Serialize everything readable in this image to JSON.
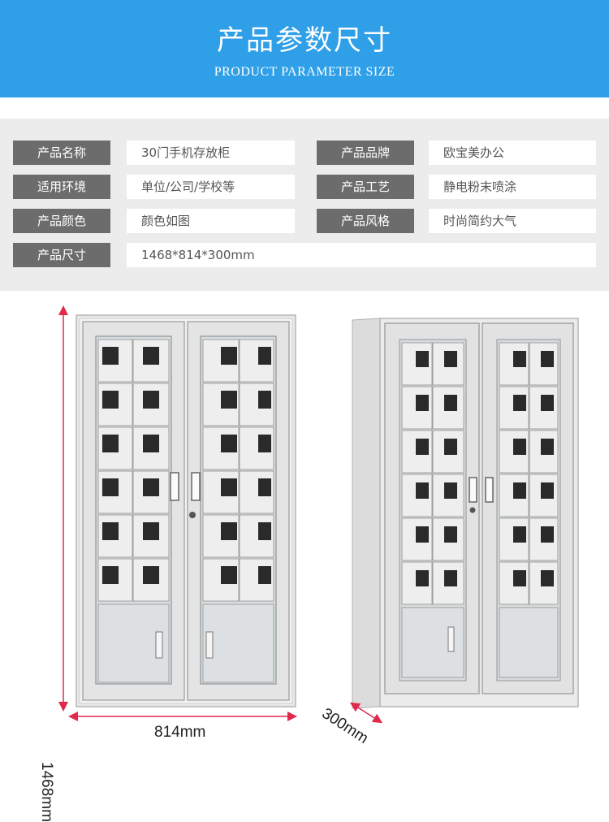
{
  "header": {
    "title": "产品参数尺寸",
    "subtitle": "PRODUCT PARAMETER SIZE"
  },
  "params": [
    {
      "label": "产品名称",
      "value": "30门手机存放柜"
    },
    {
      "label": "产品品牌",
      "value": "欧宝美办公"
    },
    {
      "label": "适用环境",
      "value": "单位/公司/学校等"
    },
    {
      "label": "产品工艺",
      "value": "静电粉末喷涂"
    },
    {
      "label": "产品颜色",
      "value": "颜色如图"
    },
    {
      "label": "产品风格",
      "value": "时尚简约大气"
    },
    {
      "label": "产品尺寸",
      "value": "1468*814*300mm"
    }
  ],
  "dimensions": {
    "height": "1468mm",
    "width": "814mm",
    "depth": "300mm"
  },
  "colors": {
    "banner": "#2f9fe8",
    "label_bg": "#6c6c6c",
    "params_bg": "#ececec",
    "dimension_line": "#e0294b"
  }
}
